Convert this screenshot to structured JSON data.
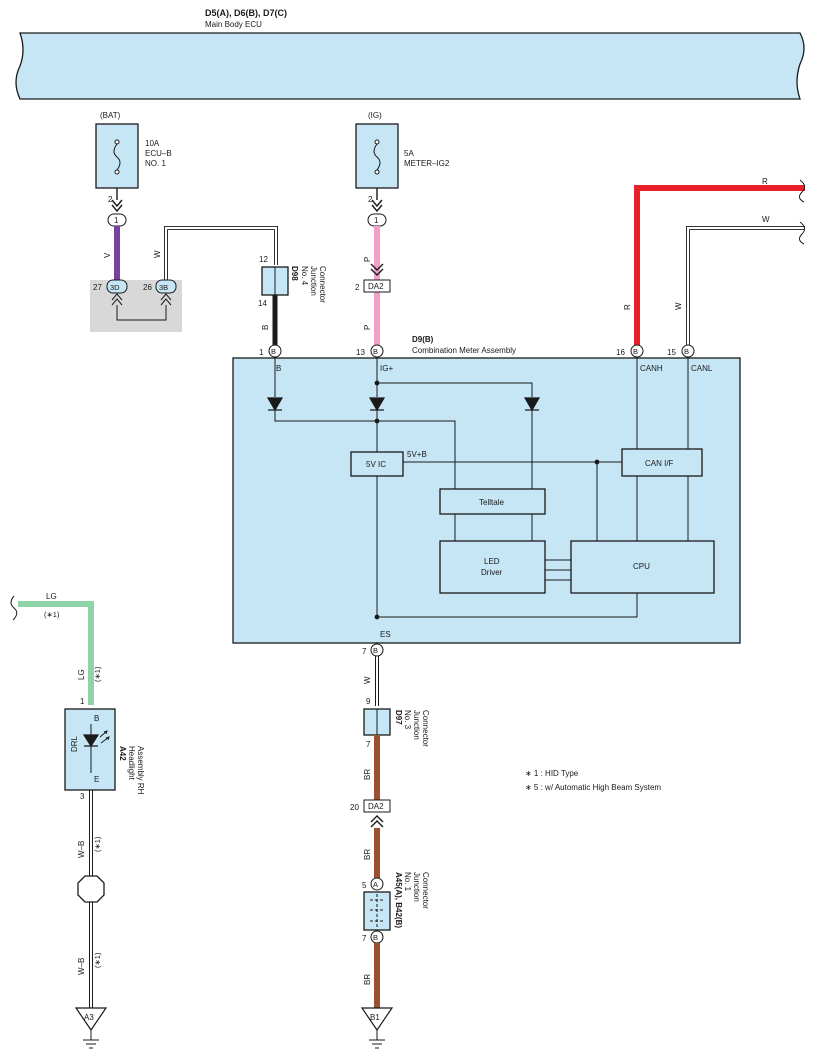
{
  "ecu": {
    "title": "D5(A), D6(B), D7(C)",
    "subtitle": "Main Body ECU"
  },
  "fuse_bat": {
    "source": "(BAT)",
    "rating": "10A",
    "name1": "ECU–B",
    "name2": "NO. 1",
    "pin": "2",
    "conn": "1"
  },
  "fuse_ig": {
    "source": "(IG)",
    "rating": "5A",
    "name1": "METER–IG2",
    "pin": "2",
    "conn": "1"
  },
  "wires": {
    "v": "V",
    "w": "W",
    "b": "B",
    "p": "P",
    "r": "R",
    "lg": "LG",
    "wb": "W–B",
    "br": "BR"
  },
  "jb": {
    "p27": "27",
    "c3d": "3D",
    "p26": "26",
    "c3b": "3B"
  },
  "d98": {
    "pin_top": "12",
    "pin_bot": "14",
    "code": "D98",
    "name1": "No. 4",
    "name2": "Junction",
    "name3": "Connector"
  },
  "da2": {
    "pin_top": "2",
    "pin_bot": "20",
    "label": "DA2"
  },
  "meter": {
    "code": "D9(B)",
    "name": "Combination Meter Assembly",
    "conn": "B",
    "pin1": "1",
    "pin13": "13",
    "pin16": "16",
    "pin15": "15",
    "pin7": "7",
    "lbl_b": "B",
    "lbl_ig": "IG+",
    "lbl_canh": "CANH",
    "lbl_canl": "CANL",
    "lbl_es": "ES",
    "ic": "5V IC",
    "vb": "5V+B",
    "canif": "CAN I/F",
    "telltale": "Telltale",
    "led1": "LED",
    "led2": "Driver",
    "cpu": "CPU"
  },
  "headlight": {
    "code": "A42",
    "name1": "Headlight",
    "name2": "Assembly RH",
    "drl": "DRL",
    "pin_b": "B",
    "pin_e": "E",
    "pin1": "1",
    "pin3": "3",
    "note": "(∗1)"
  },
  "d97": {
    "pin_top": "9",
    "pin_bot": "7",
    "code": "D97",
    "name1": "No. 3",
    "name2": "Junction",
    "name3": "Connector"
  },
  "a45": {
    "pin5": "5",
    "pin7": "7",
    "ca": "A",
    "cb": "B",
    "code": "A45(A), B42(B)",
    "name1": "No. 1",
    "name2": "Junction",
    "name3": "Connector"
  },
  "grounds": {
    "a3": "A3",
    "b1": "B1"
  },
  "notes": {
    "n1": "∗ 1 : HID Type",
    "n5": "∗ 5 : w/ Automatic High Beam System"
  },
  "colors": {
    "panel": "#c6e6f6",
    "violet": "#7a3fa0",
    "pink": "#f2a0c8",
    "red": "#e8202a",
    "green": "#8ed4a8",
    "brown": "#9b5030",
    "black": "#1a1a1a"
  }
}
